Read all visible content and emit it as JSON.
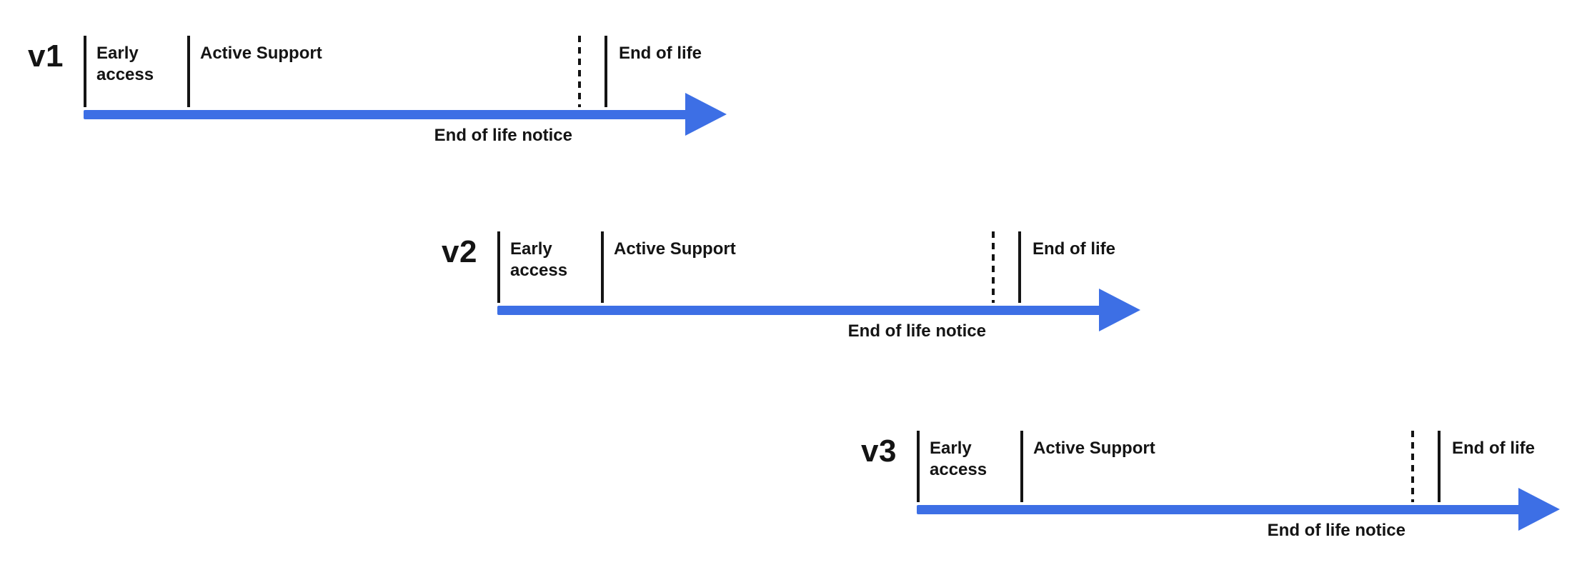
{
  "diagram": {
    "arrow_color": "#3D6FE5",
    "line_color": "#141414",
    "text_color": "#141414"
  },
  "timelines": [
    {
      "version": "v1",
      "early_access": "Early\naccess",
      "active_support": "Active Support",
      "end_of_life": "End of life",
      "eol_notice": "End of life notice"
    },
    {
      "version": "v2",
      "early_access": "Early\naccess",
      "active_support": "Active Support",
      "end_of_life": "End of life",
      "eol_notice": "End of life notice"
    },
    {
      "version": "v3",
      "early_access": "Early\naccess",
      "active_support": "Active Support",
      "end_of_life": "End of life",
      "eol_notice": "End of life notice"
    }
  ]
}
